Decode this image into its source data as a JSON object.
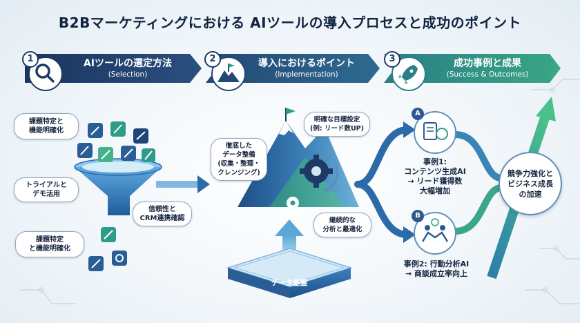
{
  "title": "B2Bマーケティングにおける AIツールの導入プロセスと成功のポイント",
  "steps": [
    {
      "number": "1",
      "title": "AIツールの選定方法",
      "subtitle": "(Selection)"
    },
    {
      "number": "2",
      "title": "導入におけるポイント",
      "subtitle": "(Implementation)"
    },
    {
      "number": "3",
      "title": "成功事例と成果",
      "subtitle": "(Success & Outcomes)"
    }
  ],
  "selection": {
    "bubble_top": "課題特定と\n機能明確化",
    "bubble_mid": "トライアルと\nデモ活用",
    "bubble_bottom": "課題特定\nと機能明確化",
    "bubble_right": "信頼性と\nCRM連携確認"
  },
  "implementation": {
    "goal": "明確な目標設定\n(例: リード数UP)",
    "data_prep": "徹底した\nデータ整備\n(収集・整理・\nクレンジング)",
    "optimize": "継続的な\n分析と最適化",
    "base_label": "データ基盤"
  },
  "outcomes": {
    "case_a_badge": "A",
    "case_b_badge": "B",
    "case_a": "事例1:\nコンテンツ生成AI\n→ リード獲得数\n大幅増加",
    "case_b": "事例2: 行動分析AI\n→ 商談成立率向上",
    "result": "競争力強化と\nビジネス成長\nの加速"
  },
  "colors": {
    "navy": "#1e3a64",
    "blue": "#2d5f93",
    "teal": "#2f9c8a",
    "green": "#43b488"
  }
}
